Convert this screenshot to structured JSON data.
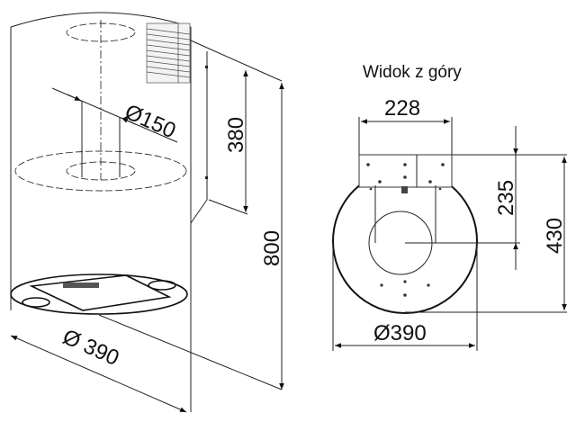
{
  "side_view": {
    "dim_pipe": "Ø150",
    "dim_chimney": "380",
    "dim_height": "800",
    "dim_diameter": "Ø 390"
  },
  "top_view": {
    "title": "Widok z góry",
    "dim_bracket_width": "228",
    "dim_center_offset": "235",
    "dim_depth": "430",
    "dim_diameter": "Ø390"
  }
}
